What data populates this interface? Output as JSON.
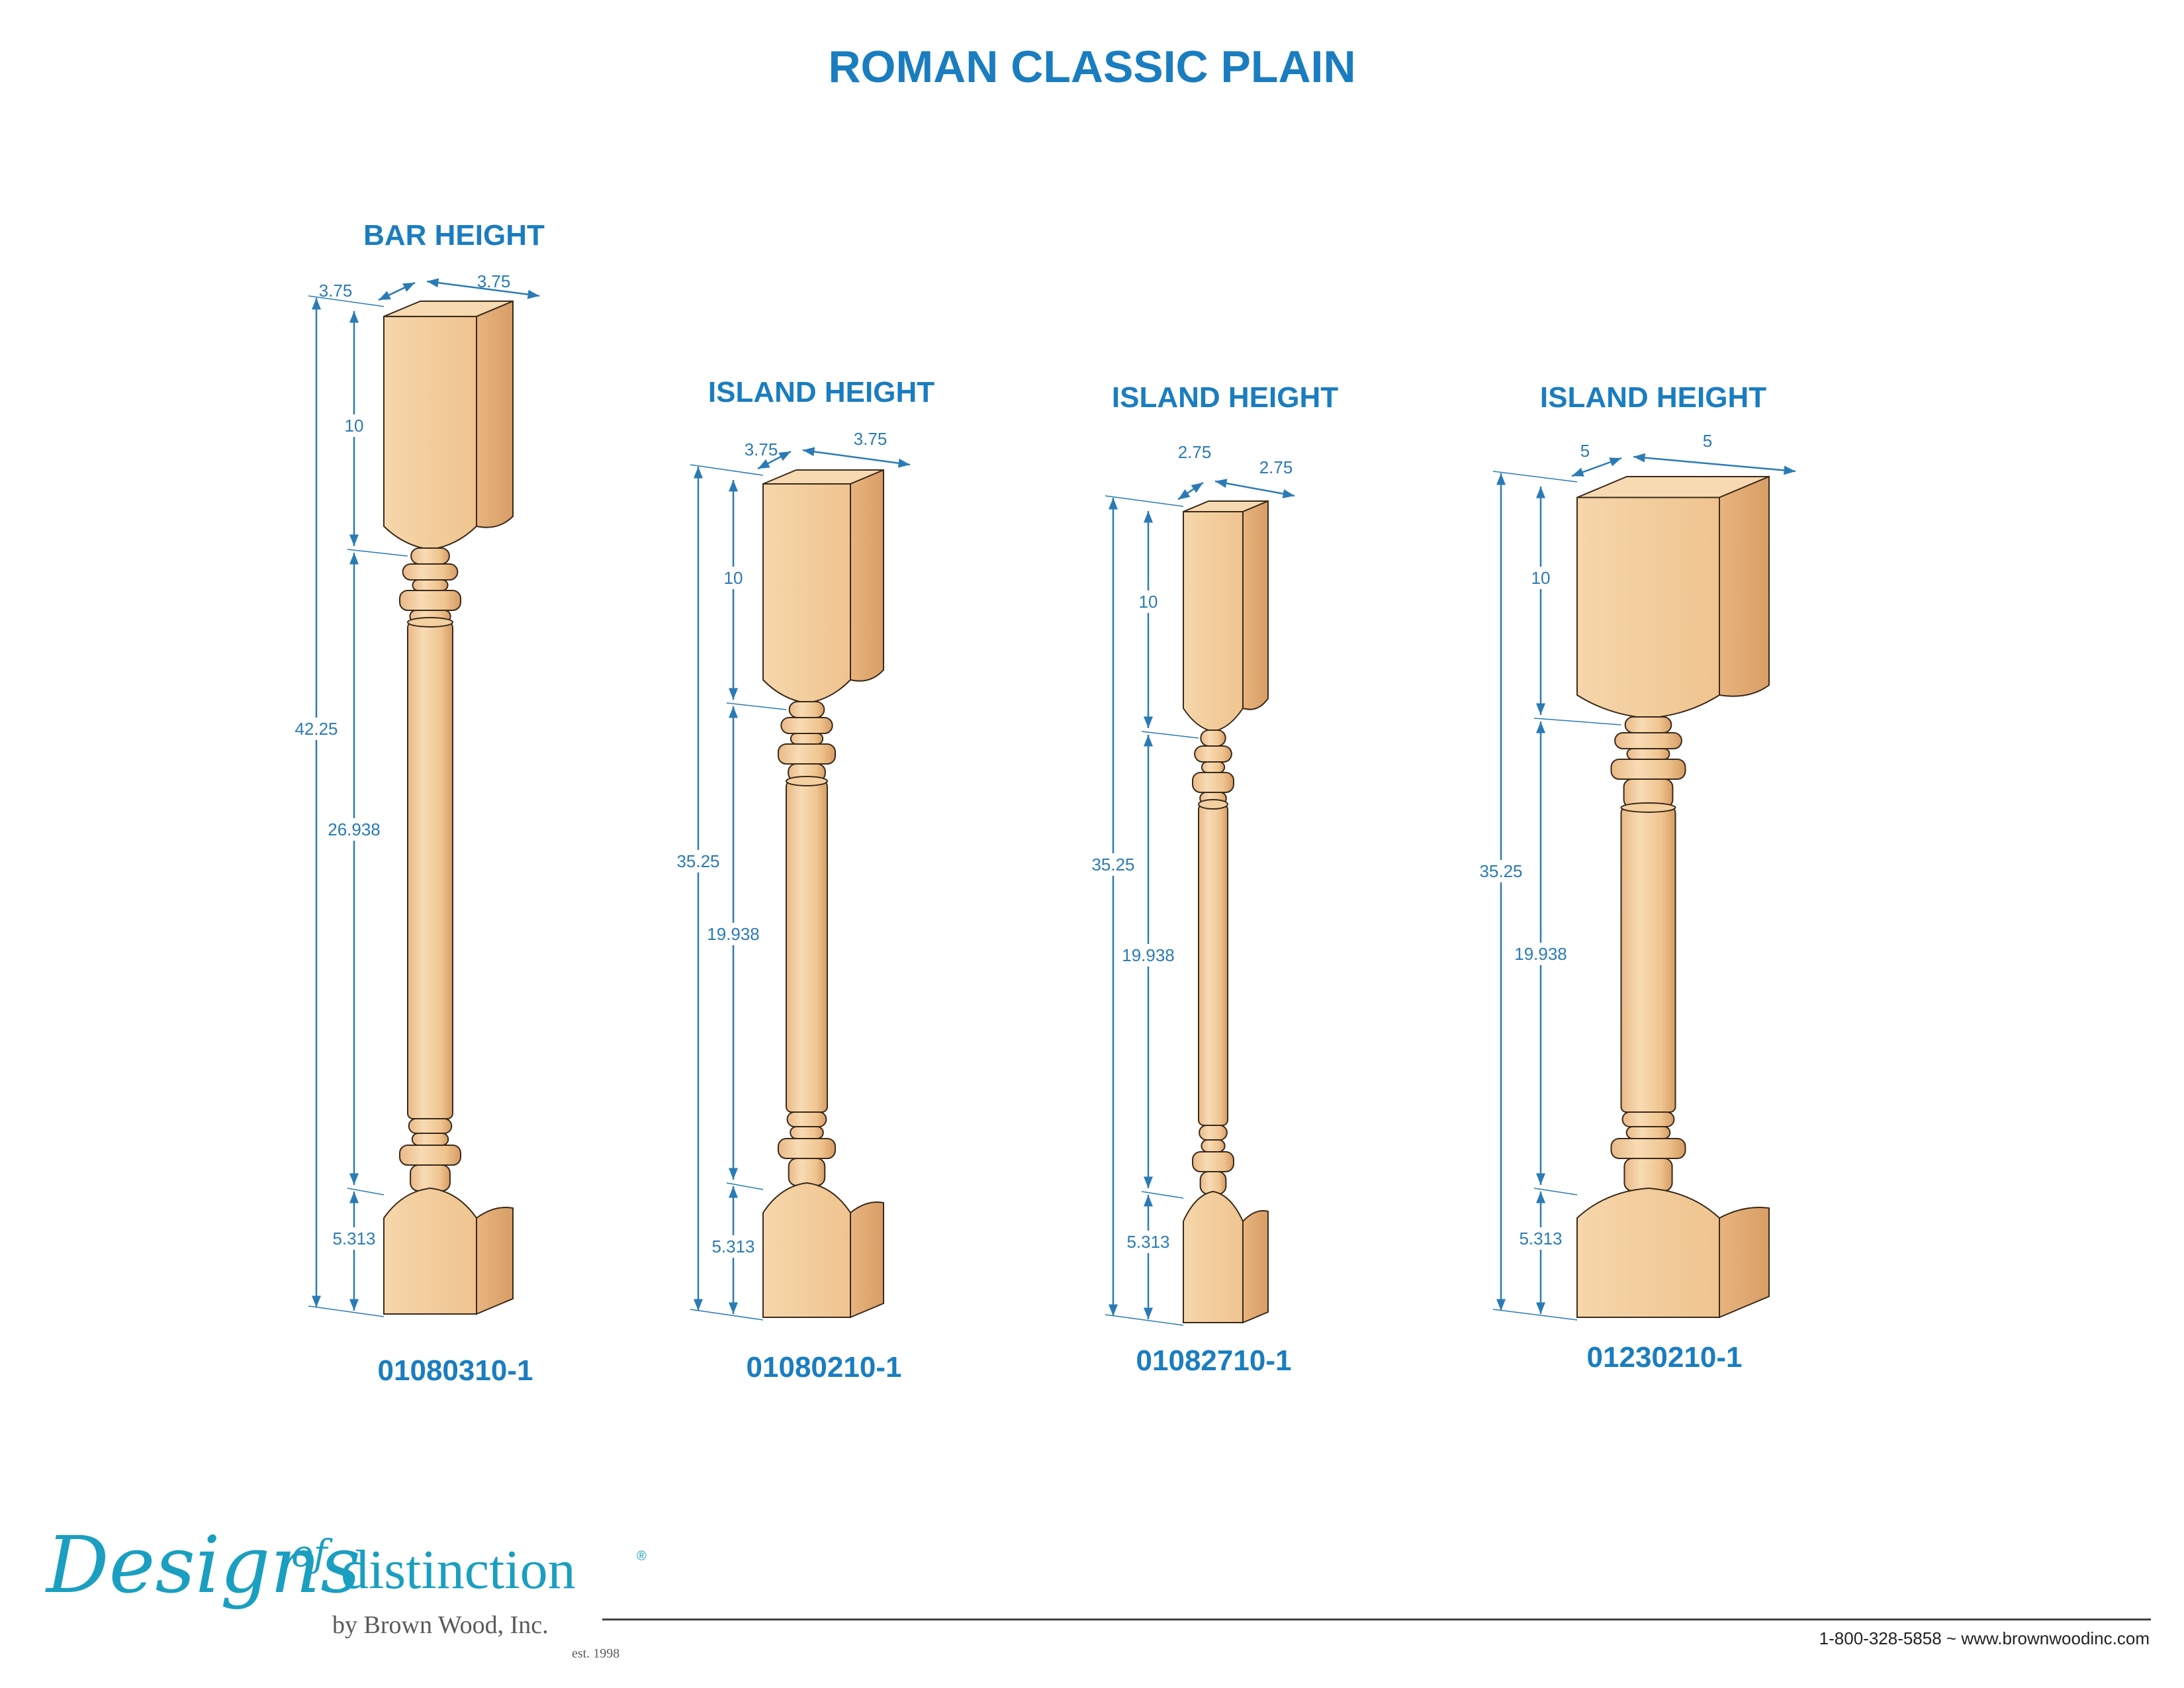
{
  "page": {
    "title": "ROMAN CLASSIC PLAIN"
  },
  "colors": {
    "accent": "#1a7dc0",
    "dimension": "#2a7bb5",
    "wood_light": "#f4cfa0",
    "wood_mid": "#e6b27c",
    "wood_dark": "#cf9560",
    "outline": "#3a2a1a"
  },
  "columns": [
    {
      "category": "BAR HEIGHT",
      "part_number": "01080310-1",
      "width_front": "3.75",
      "width_side": "3.75",
      "overall_height": "42.25",
      "top_block": "10",
      "shaft_section": "26.938",
      "base_block": "5.313"
    },
    {
      "category": "ISLAND HEIGHT",
      "part_number": "01080210-1",
      "width_front": "3.75",
      "width_side": "3.75",
      "overall_height": "35.25",
      "top_block": "10",
      "shaft_section": "19.938",
      "base_block": "5.313"
    },
    {
      "category": "ISLAND HEIGHT",
      "part_number": "01082710-1",
      "width_front": "2.75",
      "width_side": "2.75",
      "overall_height": "35.25",
      "top_block": "10",
      "shaft_section": "19.938",
      "base_block": "5.313"
    },
    {
      "category": "ISLAND HEIGHT",
      "part_number": "01230210-1",
      "width_front": "5",
      "width_side": "5",
      "overall_height": "35.25",
      "top_block": "10",
      "shaft_section": "19.938",
      "base_block": "5.313"
    }
  ],
  "footer": {
    "logo_script": "Designs",
    "logo_of": "of",
    "logo_main": "distinction",
    "logo_reg": "®",
    "logo_by": "by Brown Wood, Inc.",
    "logo_est": "est. 1998",
    "contact": "1-800-328-5858 ~ www.brownwoodinc.com"
  }
}
